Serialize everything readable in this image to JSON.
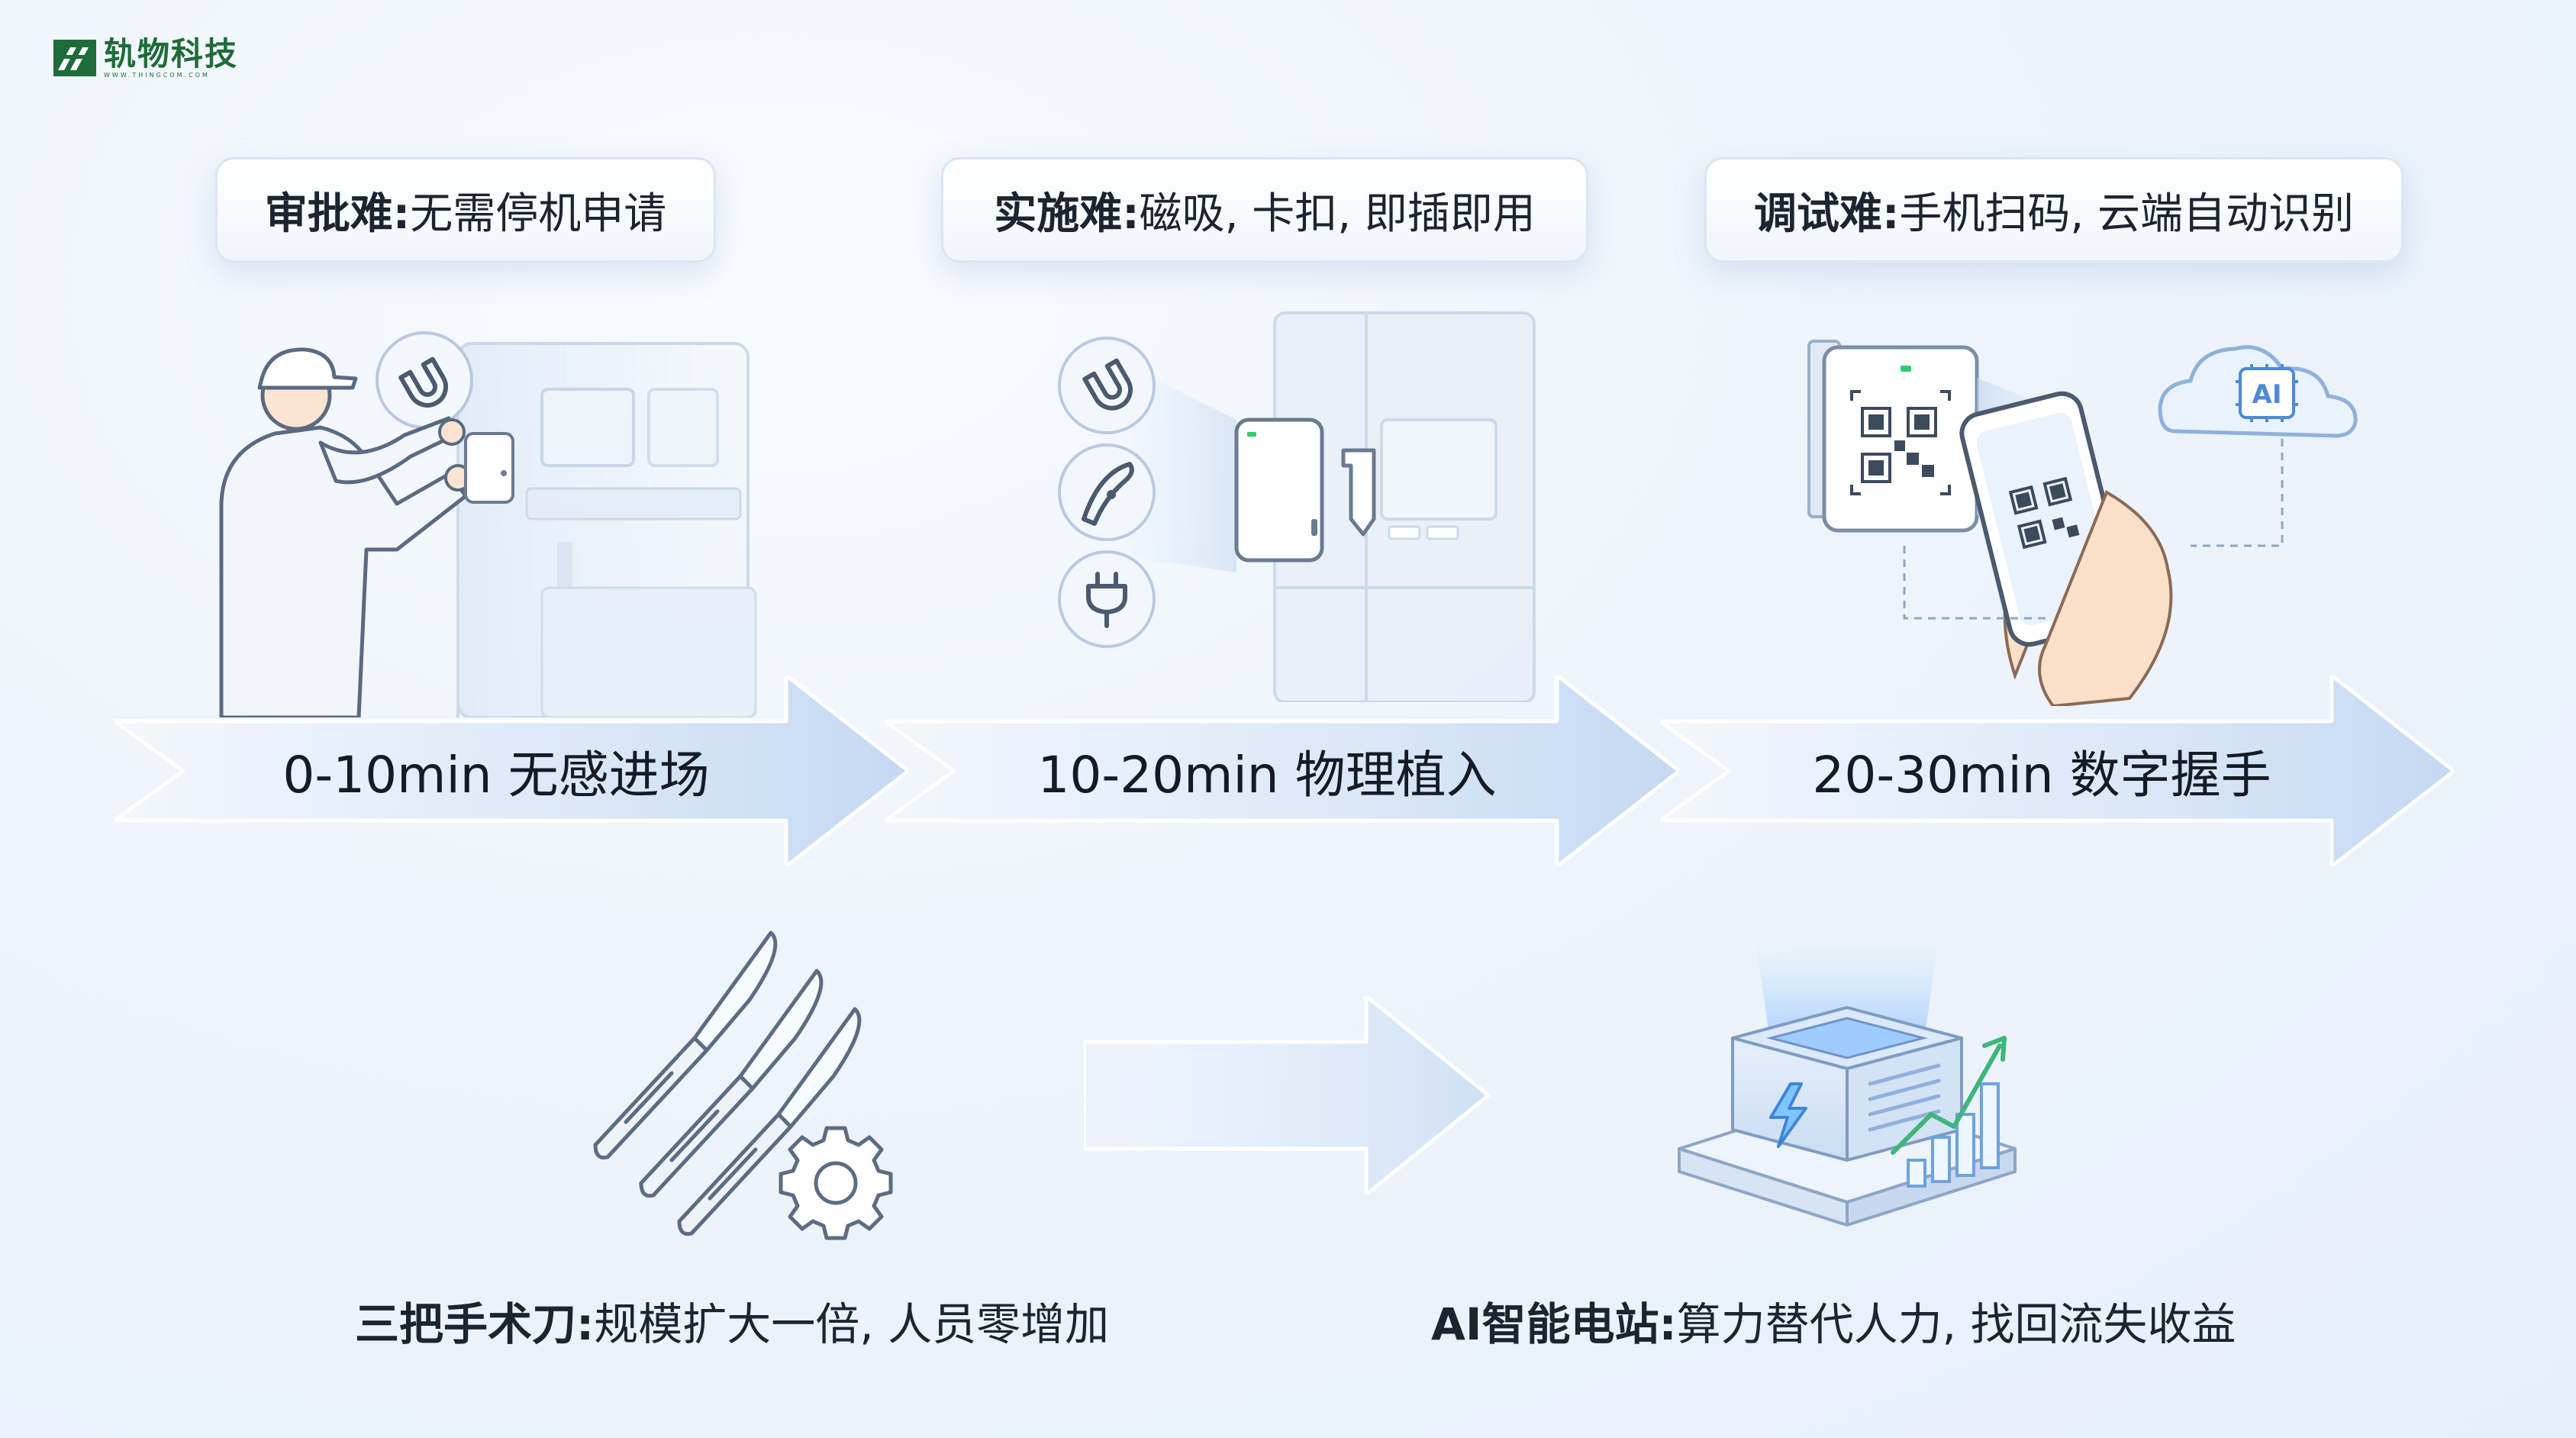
{
  "brand": {
    "name": "轨物科技",
    "url": "WWW.THINGCOM.COM",
    "color": "#1f6b3a"
  },
  "pain_points": [
    {
      "head": "审批难:",
      "text": " 无需停机申请"
    },
    {
      "head": "实施难:",
      "text": " 磁吸, 卡扣, 即插即用"
    },
    {
      "head": "调试难:",
      "text": " 手机扫码, 云端自动识别"
    }
  ],
  "stages": [
    {
      "label": "0-10min 无感进场"
    },
    {
      "label": "10-20min 物理植入"
    },
    {
      "label": "20-30min 数字握手"
    }
  ],
  "cloud_badge": "AI",
  "outcomes": [
    {
      "head": "三把手术刀:",
      "text": " 规模扩大一倍, 人员零增加"
    },
    {
      "head": "AI智能电站:",
      "text": " 算力替代人力, 找回流失收益"
    }
  ],
  "icons": {
    "magnet": "magnet-icon",
    "clip": "clip-icon",
    "plug": "plug-icon",
    "gear": "gear-icon",
    "bolt": "lightning-icon",
    "cloud": "cloud-icon",
    "chip": "chip-icon"
  },
  "colors": {
    "arrow_light": "#f1f6fd",
    "arrow_dark": "#c4d9f2",
    "line": "#8ea6c4",
    "accent_blue": "#5b9ae0",
    "accent_green": "#2ecc71"
  }
}
